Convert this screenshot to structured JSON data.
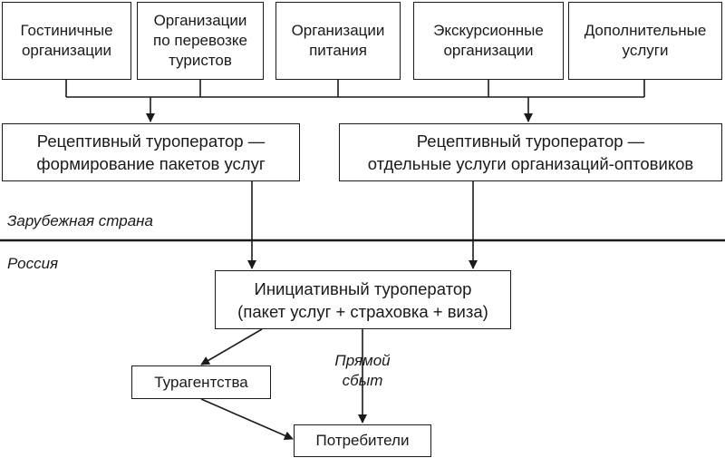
{
  "top_boxes": [
    {
      "text": "Гостиничные\nорганизации"
    },
    {
      "text": "Организации\nпо перевозке\nтуристов"
    },
    {
      "text": "Организации\nпитания"
    },
    {
      "text": "Экскурсионные\nорганизации"
    },
    {
      "text": "Дополнительные\nуслуги"
    }
  ],
  "receptive_left": "Рецептивный туроператор —\nформирование пакетов услуг",
  "receptive_right": "Рецептивный туроператор —\nотдельные услуги организаций-оптовиков",
  "region_foreign": "Зарубежная страна",
  "region_russia": "Россия",
  "initiative": "Инициативный туроператор\n(пакет услуг + страховка + виза)",
  "agencies": "Турагентства",
  "direct_sales": "Прямой\nсбыт",
  "consumers": "Потребители"
}
